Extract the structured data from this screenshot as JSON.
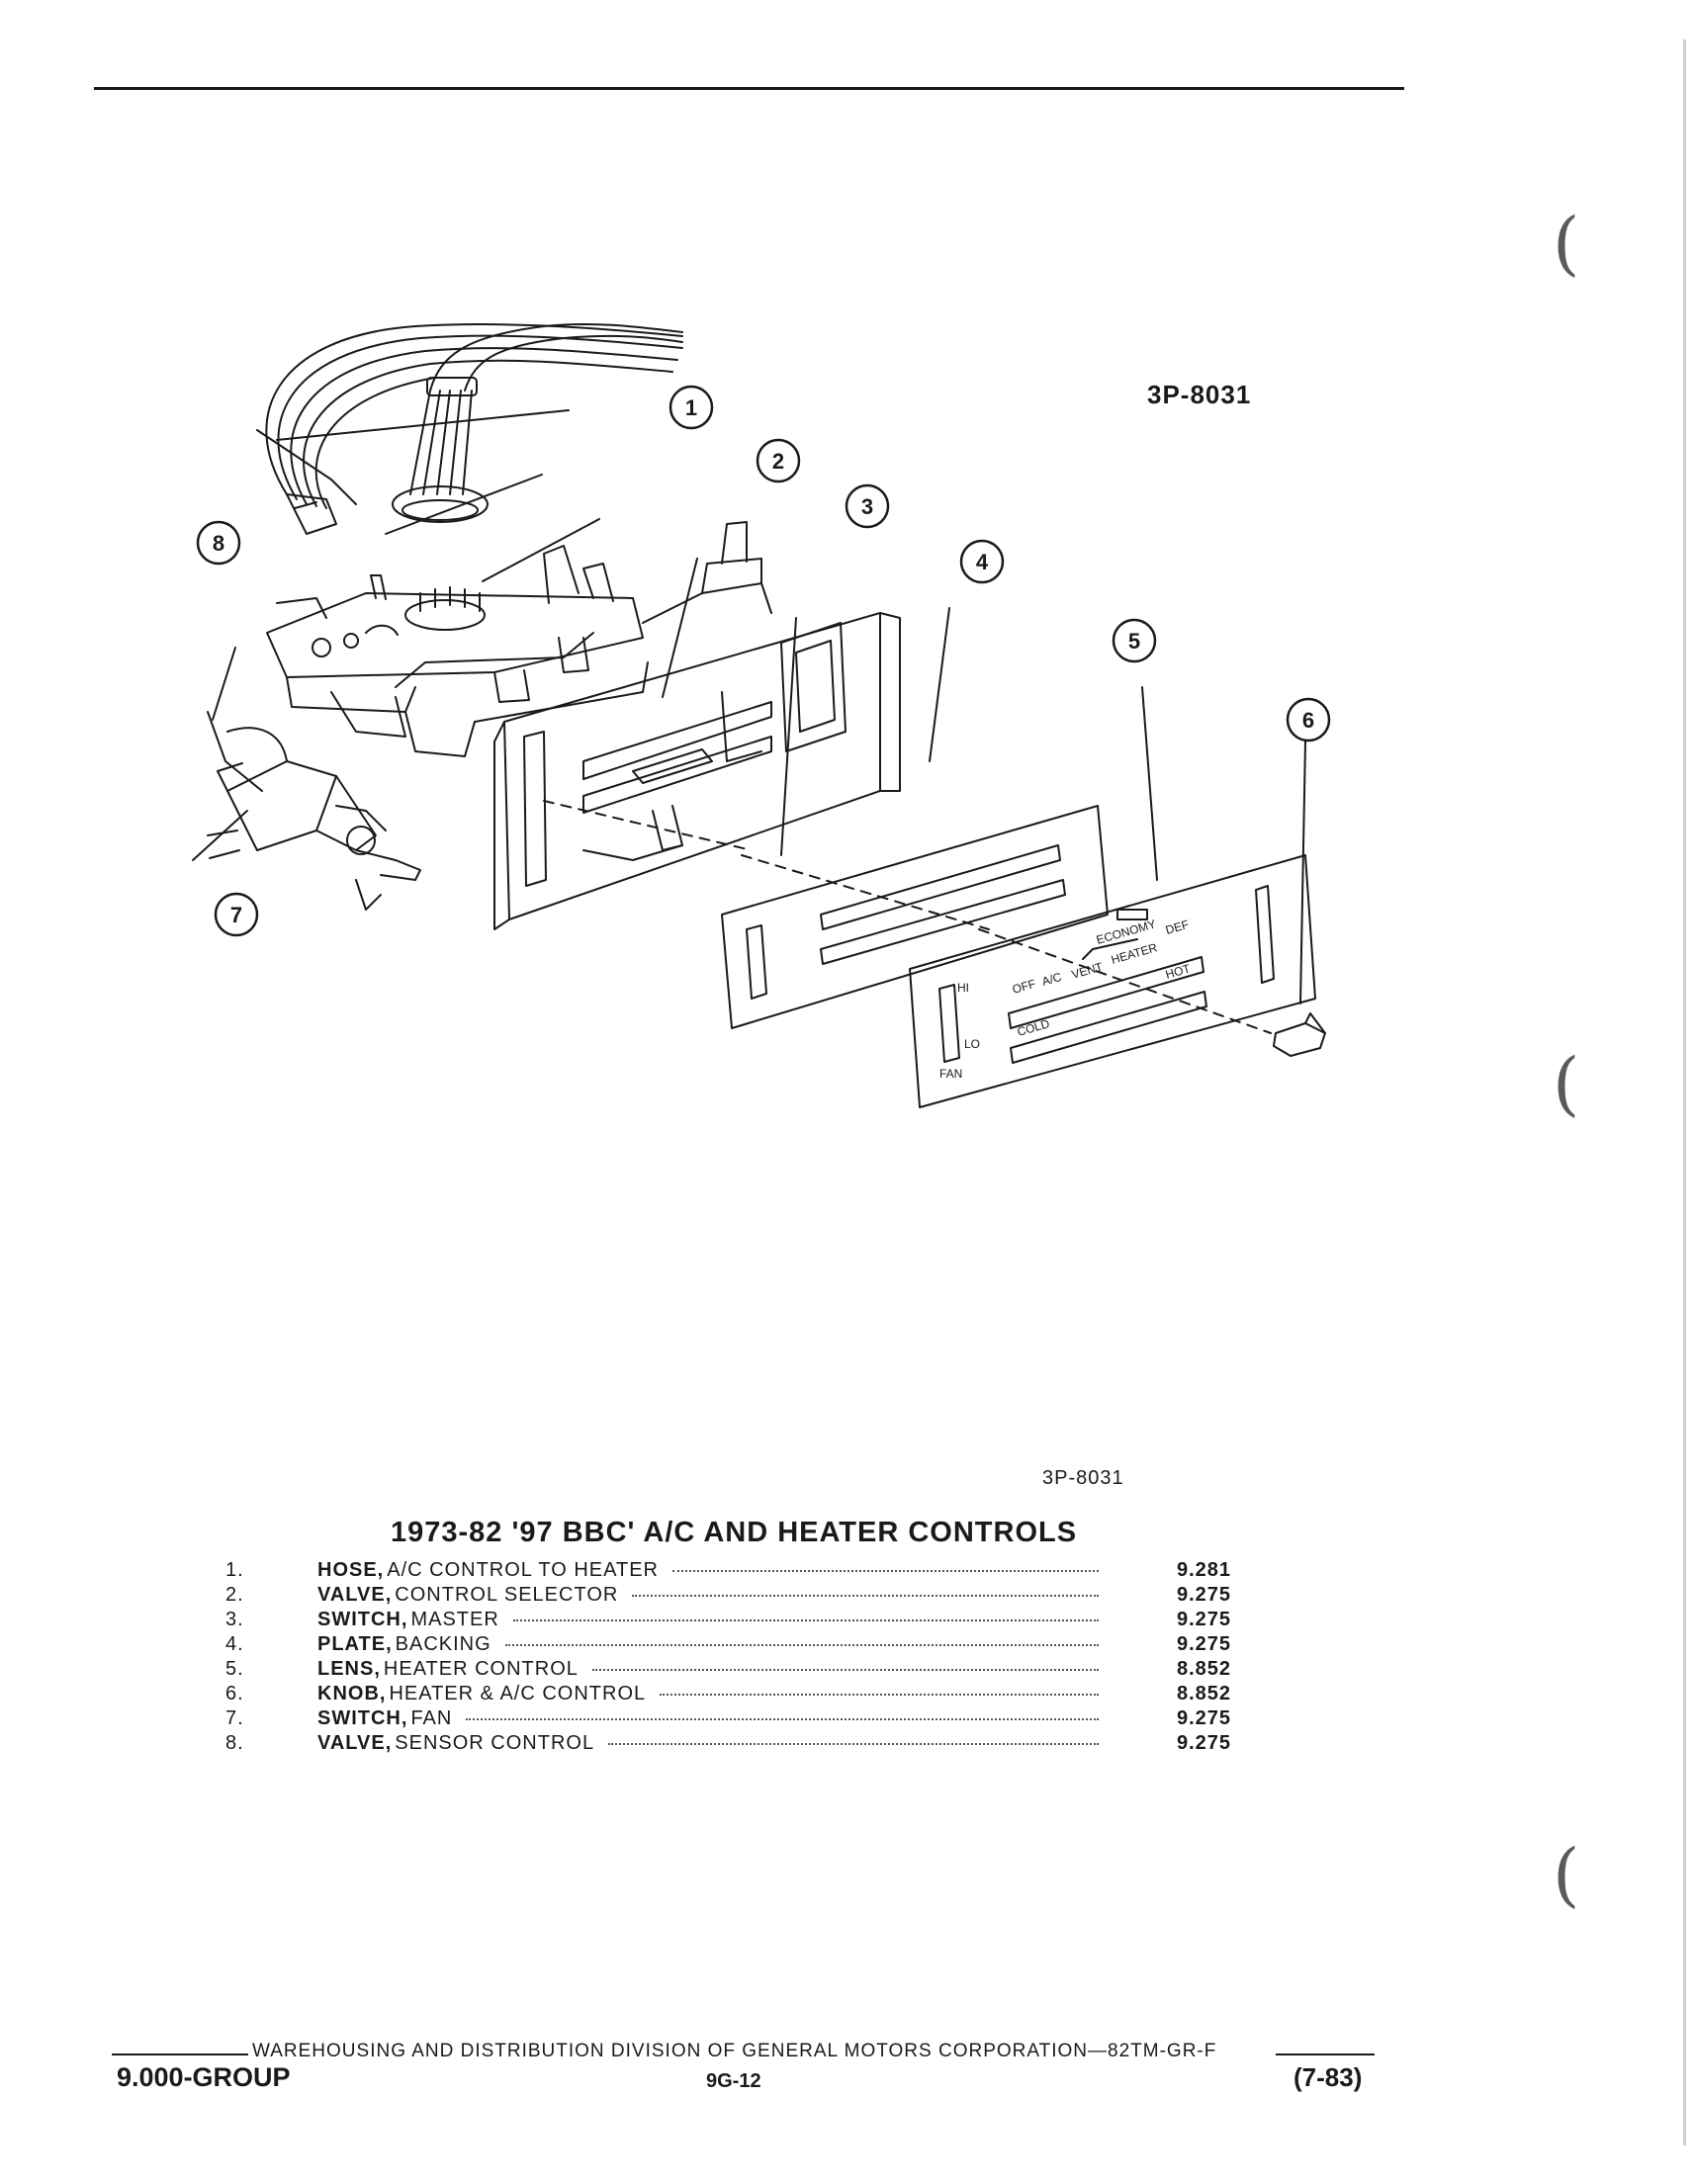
{
  "figure": {
    "code_top": "3P-8031",
    "code_bottom": "3P-8031",
    "callouts": [
      "1",
      "2",
      "3",
      "4",
      "5",
      "6",
      "7",
      "8"
    ],
    "panel_labels": {
      "hi": "HI",
      "lo": "LO",
      "fan": "FAN",
      "off": "OFF",
      "ac": "A/C",
      "vent": "VENT",
      "heater": "HEATER",
      "economy": "ECONOMY",
      "def": "DEF",
      "cold": "COLD",
      "hot": "HOT"
    }
  },
  "title": "1973-82 '97 BBC' A/C AND HEATER CONTROLS",
  "parts": [
    {
      "num": "1.",
      "name": "HOSE,",
      "desc": "A/C CONTROL TO HEATER",
      "code": "9.281"
    },
    {
      "num": "2.",
      "name": "VALVE,",
      "desc": "CONTROL SELECTOR",
      "code": "9.275"
    },
    {
      "num": "3.",
      "name": "SWITCH,",
      "desc": "MASTER",
      "code": "9.275"
    },
    {
      "num": "4.",
      "name": "PLATE,",
      "desc": "BACKING",
      "code": "9.275"
    },
    {
      "num": "5.",
      "name": "LENS,",
      "desc": "HEATER CONTROL",
      "code": "8.852"
    },
    {
      "num": "6.",
      "name": "KNOB,",
      "desc": "HEATER & A/C CONTROL",
      "code": "8.852"
    },
    {
      "num": "7.",
      "name": "SWITCH,",
      "desc": "FAN",
      "code": "9.275"
    },
    {
      "num": "8.",
      "name": "VALVE,",
      "desc": "SENSOR CONTROL",
      "code": "9.275"
    }
  ],
  "footer": {
    "division": "WAREHOUSING AND DISTRIBUTION DIVISION OF GENERAL MOTORS CORPORATION—82TM-GR-F",
    "group": "9.000-GROUP",
    "page": "9G-12",
    "date": "(7-83)"
  }
}
